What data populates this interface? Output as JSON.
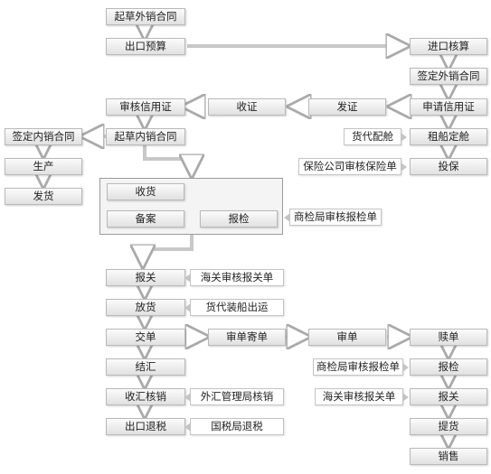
{
  "flow": {
    "draft_contract": "起草外销合同",
    "export_budget": "出口预算",
    "import_check": "进口核算",
    "sign_contract": "签定外销合同",
    "review_lc": "审核信用证",
    "receive_cert": "收证",
    "issue_cert": "发证",
    "apply_lc": "申请信用证",
    "sign_domestic": "签定内销合同",
    "draft_domestic": "起草内销合同",
    "produce": "生产",
    "ship_out": "发货",
    "freight_booking": "货代配舱",
    "charter_ship": "租船定舱",
    "insurance_review": "保险公司审核保险单",
    "insure": "投保",
    "receive_goods": "收货",
    "filing": "备案",
    "inspection": "报检",
    "inspection_review": "商检局审核报检单",
    "customs_declare": "报关",
    "customs_review": "海关审核报关单",
    "release": "放货",
    "freight_loading": "货代装船出运",
    "submit_docs": "交单",
    "review_send_docs": "审单寄单",
    "review_docs": "审单",
    "redeem_docs": "赎单",
    "settle": "结汇",
    "inspection_review_2": "商检局审核报检单",
    "inspection_2": "报检",
    "verify_fx": "收汇核销",
    "fx_bureau": "外汇管理局核销",
    "customs_review_2": "海关审核报关单",
    "customs_declare_2": "报关",
    "tax_refund": "出口退税",
    "tax_bureau": "国税局退税",
    "pick_up": "提货",
    "sell": "销售"
  }
}
